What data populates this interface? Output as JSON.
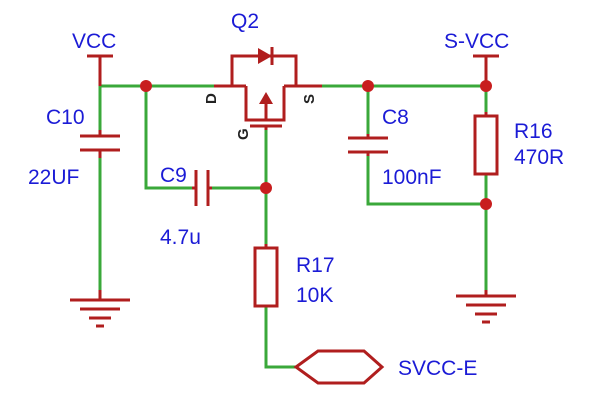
{
  "nets": {
    "vcc": "VCC",
    "svcc": "S-VCC",
    "svcc_e": "SVCC-E"
  },
  "components": {
    "q2": {
      "ref": "Q2",
      "pin_d": "D",
      "pin_s": "S",
      "pin_g": "G"
    },
    "c10": {
      "ref": "C10",
      "value": "22UF"
    },
    "c9": {
      "ref": "C9",
      "value": "4.7u"
    },
    "c8": {
      "ref": "C8",
      "value": "100nF"
    },
    "r16": {
      "ref": "R16",
      "value": "470R"
    },
    "r17": {
      "ref": "R17",
      "value": "10K"
    }
  },
  "colors": {
    "wire": "#3aa83a",
    "component": "#b01e1e",
    "junction": "#c81e1e",
    "label": "#1b1bd6"
  }
}
